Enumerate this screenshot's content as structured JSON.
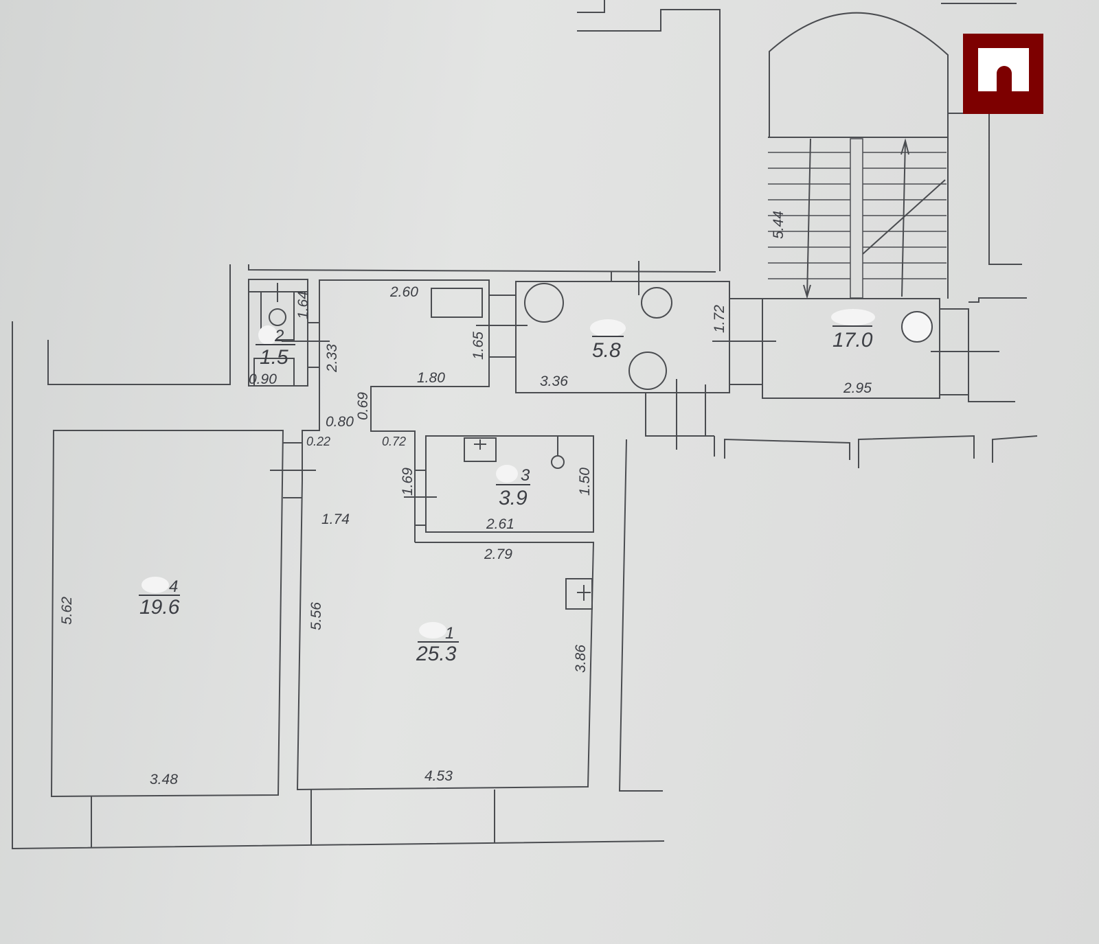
{
  "plan": {
    "rooms": {
      "toilet": {
        "number": "2",
        "area": "1.5",
        "dims": [
          "1.64",
          "2.33",
          "0.90"
        ]
      },
      "corridor": {
        "dims": [
          "2.60",
          "1.65",
          "1.80",
          "0.69",
          "0.80",
          "0.22",
          "0.72",
          "1.74",
          "5.56"
        ]
      },
      "kitchen": {
        "area": "5.8",
        "dims": [
          "3.36",
          "1.72"
        ]
      },
      "bath": {
        "number": "3",
        "area": "3.9",
        "dims": [
          "1.69",
          "1.50",
          "2.61"
        ]
      },
      "main": {
        "number": "1",
        "area": "25.3",
        "dims": [
          "2.79",
          "3.86",
          "4.53"
        ]
      },
      "room4": {
        "number": "4",
        "area": "19.6",
        "dims": [
          "5.62",
          "3.48"
        ]
      },
      "stair": {
        "area": "17.0",
        "dims": [
          "5.44",
          "2.95"
        ]
      }
    },
    "logo_color": "#7d0000"
  }
}
